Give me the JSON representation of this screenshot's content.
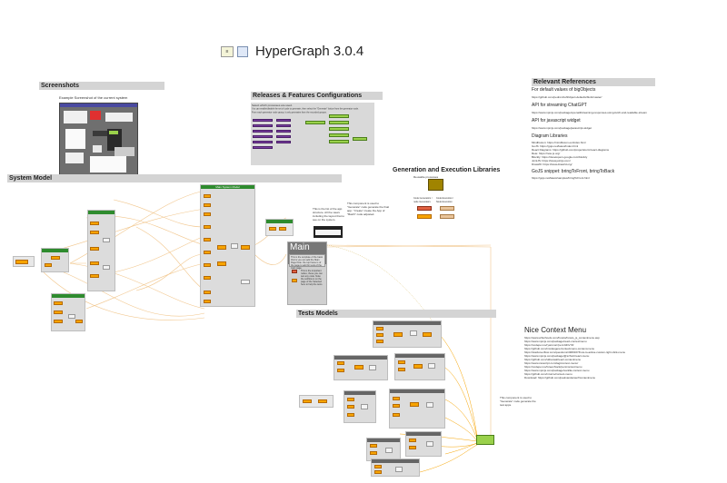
{
  "header": {
    "title": "HyperGraph 3.0.4"
  },
  "screenshots": {
    "label": "Screenshots",
    "caption": "Example Screenshot of the current system"
  },
  "releases": {
    "label": "Releases & Features Configurations",
    "note_lines": [
      "Select which processes are used.",
      "You can enable/disable the set of code to generate, then select the \"Generate\" button from the generator node.",
      "From each generator node group, it only generates from the recorded groups."
    ]
  },
  "references": {
    "label": "Relevant References",
    "items": [
      {
        "heading": "For default values of bigObjects",
        "url": "https://github.com/pedromhoff/object-defaults/blob/master/"
      },
      {
        "heading": "API for streaming ChatGPT",
        "url": "https://www.npmjs.com/package/openai#streaming-responses-using-fetch-and-readable-stream"
      },
      {
        "heading": "API for javascript widget",
        "url": "https://www.npmjs.com/package/javascript-widget"
      },
      {
        "heading": "Diagram Libraries",
        "url": ""
      },
      {
        "heading": "GoJS snippet: bringToFront, bringToBack",
        "url": "https://gojs.net/latest/samples/bringToFront.html"
      }
    ],
    "diagram_libs": [
      "MindFusion: https://mindfusion.eu/index.html",
      "GoJS: https://gojs.net/latest/index.html",
      "React Diagrams: https://github.com/projectstorm/react-diagrams",
      "Rete: https://rete.js.org/",
      "Blockly: https://developers.google.com/blockly",
      "JointJS: https://www.jointjs.com/",
      "Draw2D: https://www.draw2d.org/"
    ]
  },
  "generation": {
    "label": "Generation and Execution Libraries",
    "sublabel": "Reusable processes",
    "col_labels": [
      "Code Generators / node Generators",
      "Code Execution / Node Execution"
    ]
  },
  "system_model": {
    "label": "System Model",
    "box_title": "Main System Model"
  },
  "main_app": {
    "title": "Main App Test",
    "note_left": "This is the list of the app structure. All the views including the layout that to see on the system.",
    "note_right": "This component is used to \"Generate\" code generate the final app. \"Create\" create the App of \"Batch\" code adjusted.",
    "blurb1": "This is the template of the basic thorns you can add the Main Page Note: the top frame is of the page to add for tests of the main page.",
    "blurb2": "This is the important nodes, these you can test any code. Note: the subflow is on the page of the Selected here to help the tests."
  },
  "tests": {
    "label": "Tests Models",
    "note": "This component is used to \"Generate\" code generate the test apps."
  },
  "context_menu": {
    "label": "Nice Context Menu",
    "links": [
      "https://www.w3schools.com/howto/howto_js_contextmenu.asp",
      "https://www.npmjs.com/package/react-contextmenu",
      "https://codepen.io/ryanmorr/pen/JdOvYR",
      "https://github.com/nicolasgere/contextmenu-context-menu",
      "https://stackoverflow.com/questions/4909167/how-to-add-a-custom-right-click-menu",
      "https://www.npmjs.com/package/@szhsin/react-menu",
      "https://github.com/vkbansal/react-contextmenu",
      "https://www.cssscript.com/tag/context-menu/",
      "https://codepen.io/GreenSock/pen/contextmenu",
      "https://www.npmjs.com/package/vanilla-context-menu",
      "https://github.com/mturco/context-menu",
      "Download: https://github.com/paulvanderwerf/contextmenu"
    ]
  }
}
